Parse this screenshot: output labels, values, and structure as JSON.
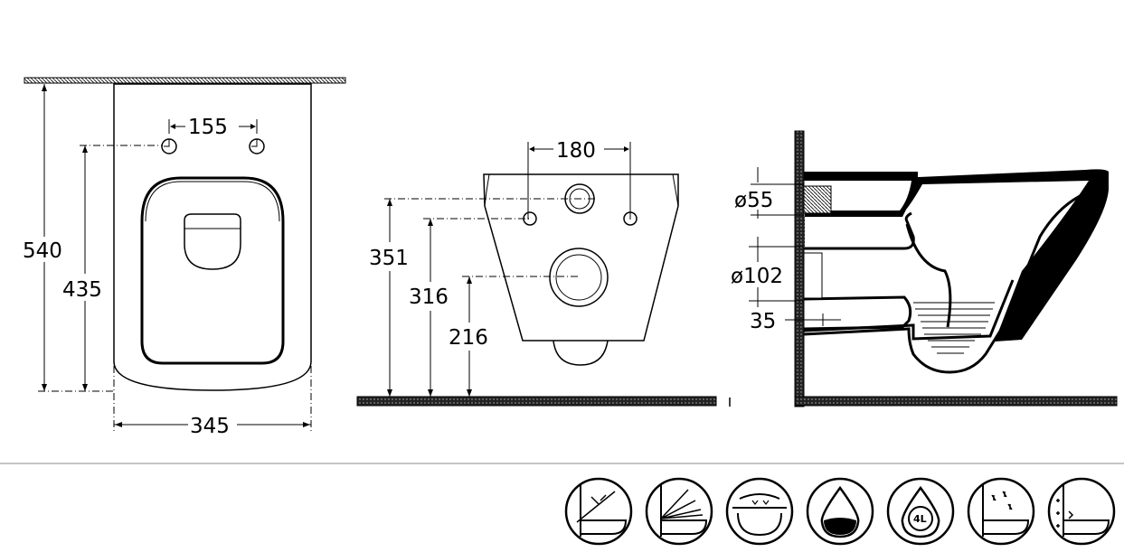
{
  "front_view": {
    "height_total": "540",
    "height_mount": "435",
    "width": "345",
    "bolt_spacing": "155"
  },
  "rear_view": {
    "height_top": "351",
    "height_bolts": "316",
    "height_outlet": "216",
    "bolt_spacing": "180"
  },
  "side_view": {
    "inlet_diameter": "ø55",
    "outlet_diameter": "ø102",
    "outlet_offset": "35"
  },
  "features": [
    {
      "icon": "soft-close-seat-icon"
    },
    {
      "icon": "rimless-flush-icon"
    },
    {
      "icon": "quick-release-seat-icon"
    },
    {
      "icon": "water-saving-icon"
    },
    {
      "icon": "four-litre-flush-icon",
      "label": "4L"
    },
    {
      "icon": "antibacterial-glaze-icon"
    },
    {
      "icon": "easy-clean-icon"
    }
  ]
}
